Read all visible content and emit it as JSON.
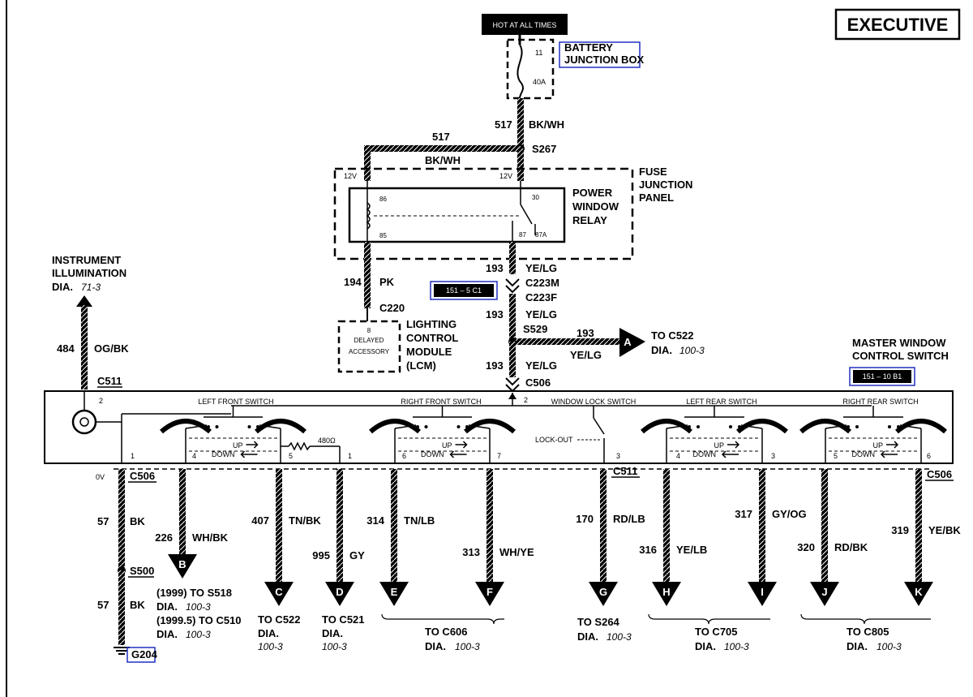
{
  "header": {
    "title": "EXECUTIVE",
    "hot_label": "HOT AT ALL TIMES"
  },
  "battery_junction_box": {
    "label1": "BATTERY",
    "label2": "JUNCTION BOX",
    "fuse_num": "11",
    "fuse_amp": "40A"
  },
  "feed": {
    "circuit": "517",
    "color": "BK/WH",
    "splice": "S267",
    "branch_circuit": "517",
    "branch_color": "BK/WH"
  },
  "fuse_junction_panel": {
    "line1": "FUSE",
    "line2": "JUNCTION",
    "line3": "PANEL",
    "v_left": "12V",
    "v_right": "12V"
  },
  "relay": {
    "line1": "POWER",
    "line2": "WINDOW",
    "line3": "RELAY",
    "pin86": "86",
    "pin85": "85",
    "pin30": "30",
    "pin87": "87",
    "pin87a": "87A"
  },
  "lcm_wire": {
    "circuit": "194",
    "color": "PK",
    "connector": "C220"
  },
  "lcm": {
    "pin": "8",
    "pin_line1": "DELAYED",
    "pin_line2": "ACCESSORY",
    "line1": "LIGHTING",
    "line2": "CONTROL",
    "line3": "MODULE",
    "line4": "(LCM)"
  },
  "relay_out": {
    "circuit": "193",
    "color": "YE/LG",
    "conn_m": "C223M",
    "conn_f": "C223F",
    "ref_box": "151 – 5 C1",
    "circuit2": "193",
    "color2": "YE/LG",
    "splice": "S529",
    "circuit3": "193",
    "color3": "YE/LG",
    "connector": "C506"
  },
  "branch_a": {
    "circuit": "193",
    "color": "YE/LG",
    "letter": "A",
    "to": "TO C522",
    "dia": "DIA.",
    "dia_ref": "100-3"
  },
  "illumination": {
    "line1": "INSTRUMENT",
    "line2": "ILLUMINATION",
    "dia": "DIA.",
    "dia_ref": "71-3",
    "circuit": "484",
    "color": "OG/BK",
    "connector": "C511",
    "pin": "2"
  },
  "master_switch": {
    "line1": "MASTER WINDOW",
    "line2": "CONTROL SWITCH",
    "ref_box": "151 – 10 B1"
  },
  "switches": {
    "left_front": "LEFT FRONT SWITCH",
    "right_front": "RIGHT FRONT SWITCH",
    "window_lock": "WINDOW LOCK SWITCH",
    "left_rear": "LEFT REAR SWITCH",
    "right_rear": "RIGHT REAR SWITCH",
    "lockout": "LOCK-OUT",
    "up": "UP",
    "down": "DOWN",
    "resistor": "480Ω",
    "pin_c506": "2"
  },
  "pins": [
    "1",
    "4",
    "5",
    "1",
    "6",
    "7",
    "3",
    "4",
    "3",
    "5",
    "6"
  ],
  "connectors_bottom": {
    "left_volt": "0V",
    "left": "C506",
    "mid": "C511",
    "right": "C506"
  },
  "ground": {
    "circuit": "57",
    "color": "BK",
    "splice": "S500",
    "circuit2": "57",
    "color2": "BK",
    "ground_label": "G204"
  },
  "wires": [
    {
      "circuit": "226",
      "color": "WH/BK",
      "letter": "B"
    },
    {
      "circuit": "407",
      "color": "TN/BK",
      "letter": "C"
    },
    {
      "circuit": "995",
      "color": "GY",
      "letter": "D"
    },
    {
      "circuit": "314",
      "color": "TN/LB",
      "letter": "E"
    },
    {
      "circuit": "313",
      "color": "WH/YE",
      "letter": "F"
    },
    {
      "circuit": "170",
      "color": "RD/LB",
      "letter": "G"
    },
    {
      "circuit": "316",
      "color": "YE/LB",
      "letter": "H"
    },
    {
      "circuit": "317",
      "color": "GY/OG",
      "letter": "I"
    },
    {
      "circuit": "320",
      "color": "RD/BK",
      "letter": "J"
    },
    {
      "circuit": "319",
      "color": "YE/BK",
      "letter": "K"
    }
  ],
  "destinations": {
    "b_line1": "(1999) TO S518",
    "b_dia1": "DIA.",
    "b_ref1": "100-3",
    "b_line2": "(1999.5) TO C510",
    "b_dia2": "DIA.",
    "b_ref2": "100-3",
    "c_to": "TO  C522",
    "c_dia": "DIA.",
    "c_ref": "100-3",
    "d_to": "TO C521",
    "d_dia": "DIA.",
    "d_ref": "100-3",
    "ef_to": "TO C606",
    "ef_dia": "DIA.",
    "ef_ref": "100-3",
    "g_to": "TO S264",
    "g_dia": "DIA.",
    "g_ref": "100-3",
    "hi_to": "TO C705",
    "hi_dia": "DIA.",
    "hi_ref": "100-3",
    "jk_to": "TO C805",
    "jk_dia": "DIA.",
    "jk_ref": "100-3"
  }
}
